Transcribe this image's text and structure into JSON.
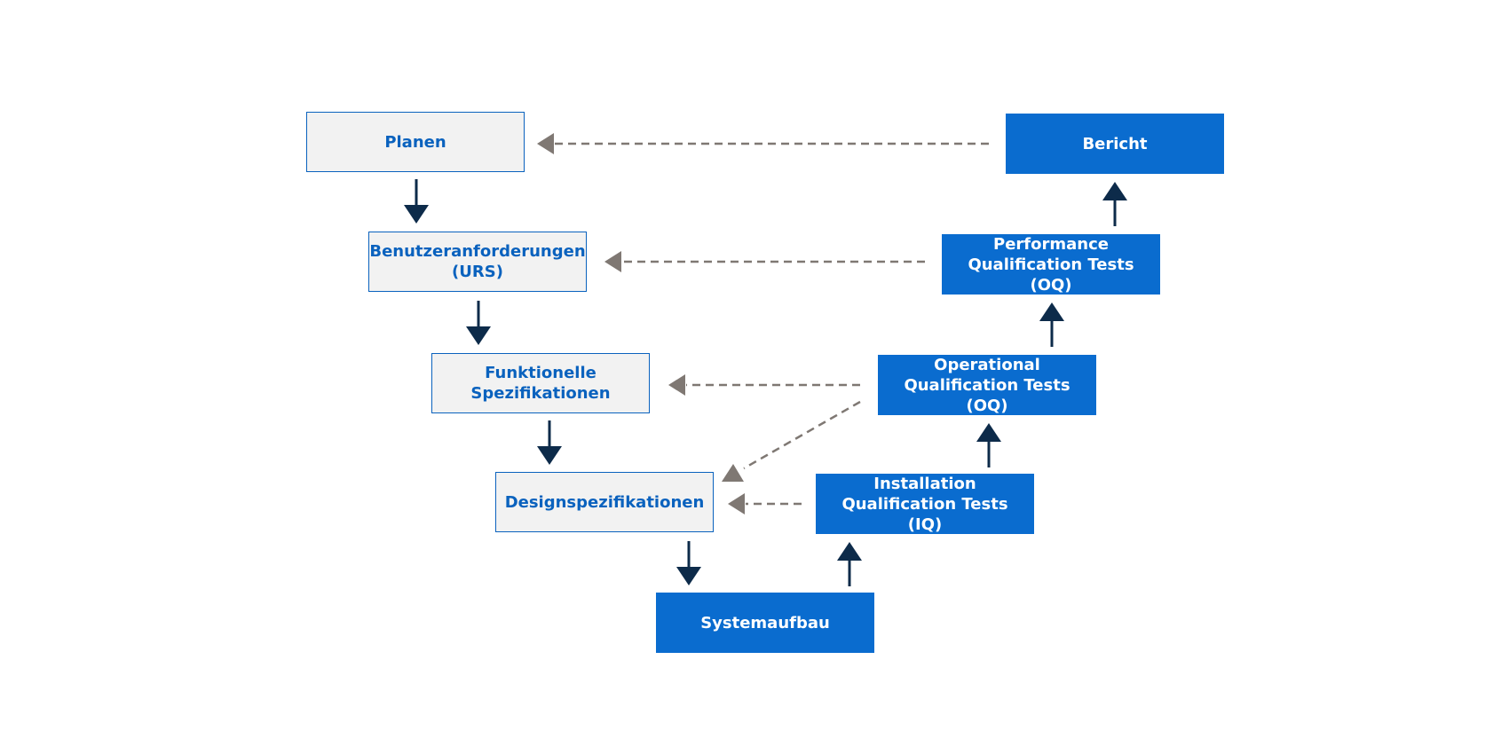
{
  "colors": {
    "spec_fill": "#f2f2f2",
    "spec_border": "#0a62be",
    "spec_text": "#0a62be",
    "test_fill": "#0a6ccf",
    "test_text": "#ffffff",
    "solid_arrow": "#0d2b4a",
    "dashed_arrow": "#7f7873"
  },
  "nodes": {
    "planen": "Planen",
    "urs": "Benutzeranforderungen\n(URS)",
    "funktionelle": "Funktionelle\nSpezifikationen",
    "design": "Designspezifikationen",
    "systemaufbau": "Systemaufbau",
    "iq": "Installation\nQualification Tests (IQ)",
    "oq": "Operational\nQualification Tests (OQ)",
    "pq": "Performance\nQualification Tests (OQ)",
    "bericht": "Bericht"
  }
}
